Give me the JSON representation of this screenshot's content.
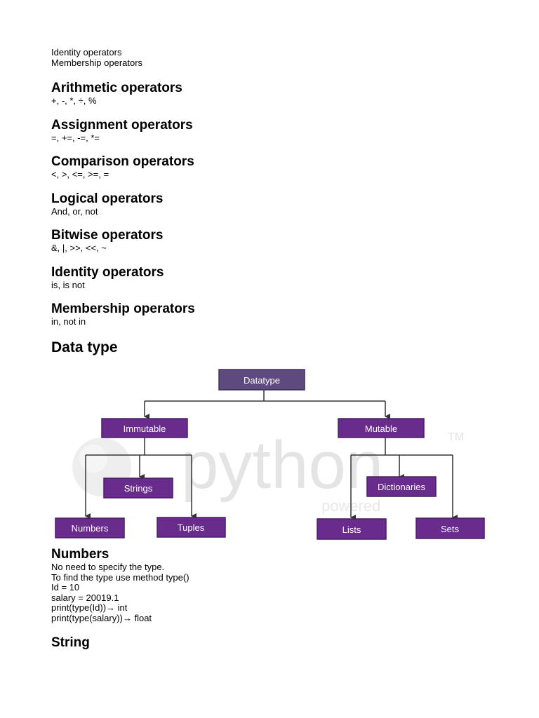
{
  "intro_lines": [
    "Identity operators",
    "Membership operators"
  ],
  "operator_sections": [
    {
      "heading": "Arithmetic operators",
      "text": "+, -, *, ÷, %"
    },
    {
      "heading": "Assignment operators",
      "text": "=, +=, -=, *="
    },
    {
      "heading": "Comparison operators",
      "text": "<, >, <=, >=, ="
    },
    {
      "heading": "Logical operators",
      "text": "And, or, not"
    },
    {
      "heading": "Bitwise operators",
      "text": "&, |, >>, <<, ~"
    },
    {
      "heading": "Identity operators",
      "text": "is, is not"
    },
    {
      "heading": "Membership operators",
      "text": "in, not in"
    }
  ],
  "data_type_heading": "Data type",
  "diagram": {
    "root": "Datatype",
    "immutable": "Immutable",
    "mutable": "Mutable",
    "strings": "Strings",
    "numbers": "Numbers",
    "tuples": "Tuples",
    "dictionaries": "Dictionaries",
    "lists": "Lists",
    "sets": "Sets",
    "watermark": "python",
    "watermark_sub": "powered",
    "watermark_tm": "TM",
    "colors": {
      "root_fill": "#5e4a7e",
      "node_fill": "#6a2c8c",
      "node_stroke": "#4a1f66",
      "line": "#333333",
      "watermark": "#e4e4e4"
    }
  },
  "numbers_section": {
    "heading": "Numbers",
    "lines": [
      "No need to specify the type.",
      "To find the type use method type()",
      "Id = 10",
      "salary = 20019.1",
      "print(type(Id))→ int",
      "print(type(salary))→ float"
    ]
  },
  "string_heading": "String"
}
